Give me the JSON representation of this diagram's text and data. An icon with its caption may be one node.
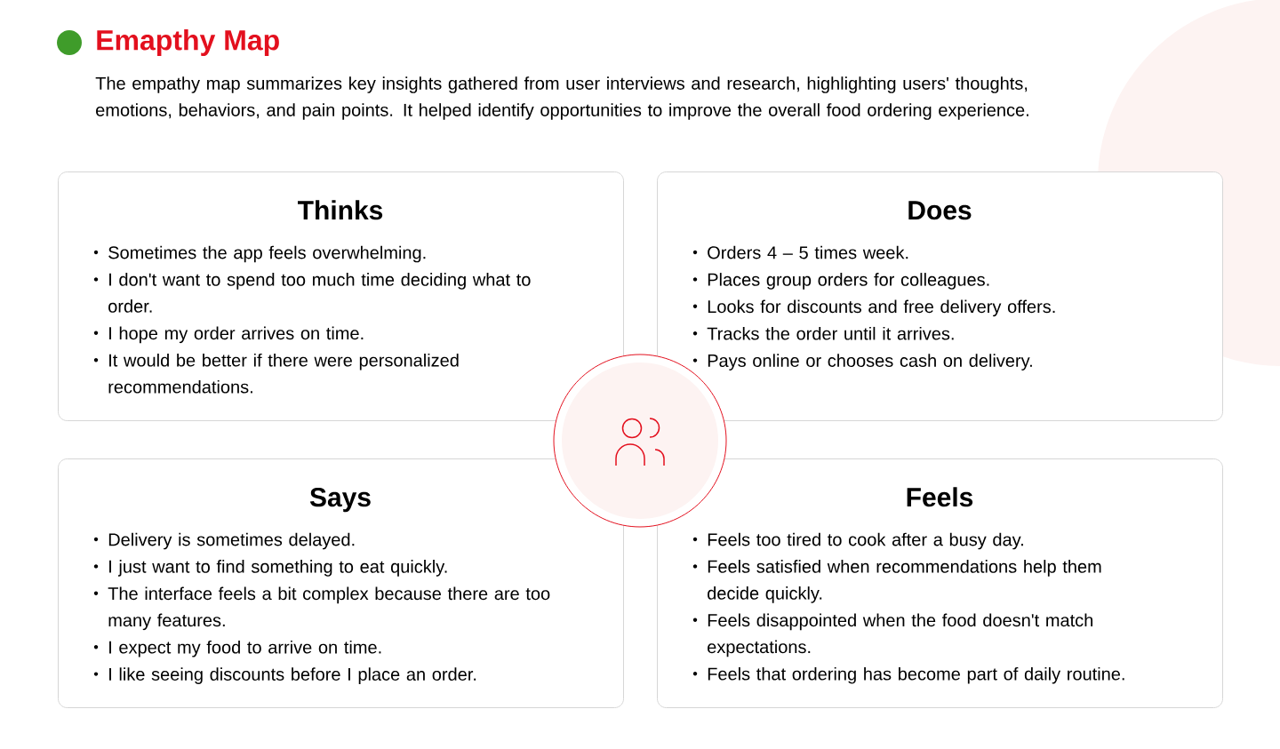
{
  "diagram": {
    "title": "Emapthy Map",
    "labels": [
      "The empathy map summarizes key insights gathered from user interviews and research, highlighting users' thoughts, emotions, behaviors, and pain points. It helped identify opportunities to improve the overall food ordering experience."
    ],
    "nodes": [
      {
        "text": [
          "Thinks",
          "Sometimes the app feels overwhelming.",
          "I don't want to spend too much time deciding what to order.",
          "I hope my order arrives on time.",
          "It would be better if there were personalized recommendations."
        ]
      },
      {
        "text": [
          "Does",
          "Orders 4 – 5 times week.",
          "Places group orders for colleagues.",
          "Looks for discounts and free delivery offers.",
          "Tracks the order until it arrives.",
          "Pays online or chooses cash on delivery."
        ]
      },
      {
        "text": [
          "Says",
          "Delivery is sometimes delayed.",
          "I just want to find something to eat quickly.",
          "The interface feels a bit complex because there are too many features.",
          "I expect my food to arrive on time.",
          "I like seeing discounts before I place an order."
        ]
      },
      {
        "text": [
          "Feels",
          "Feels too tired to cook after a busy day.",
          "Feels satisfied when recommendations help them decide quickly.",
          "Feels disappointed when the food doesn't match expectations.",
          "Feels that ordering has become part of daily routine."
        ]
      },
      {
        "text": [],
        "shape": "circle"
      }
    ]
  }
}
